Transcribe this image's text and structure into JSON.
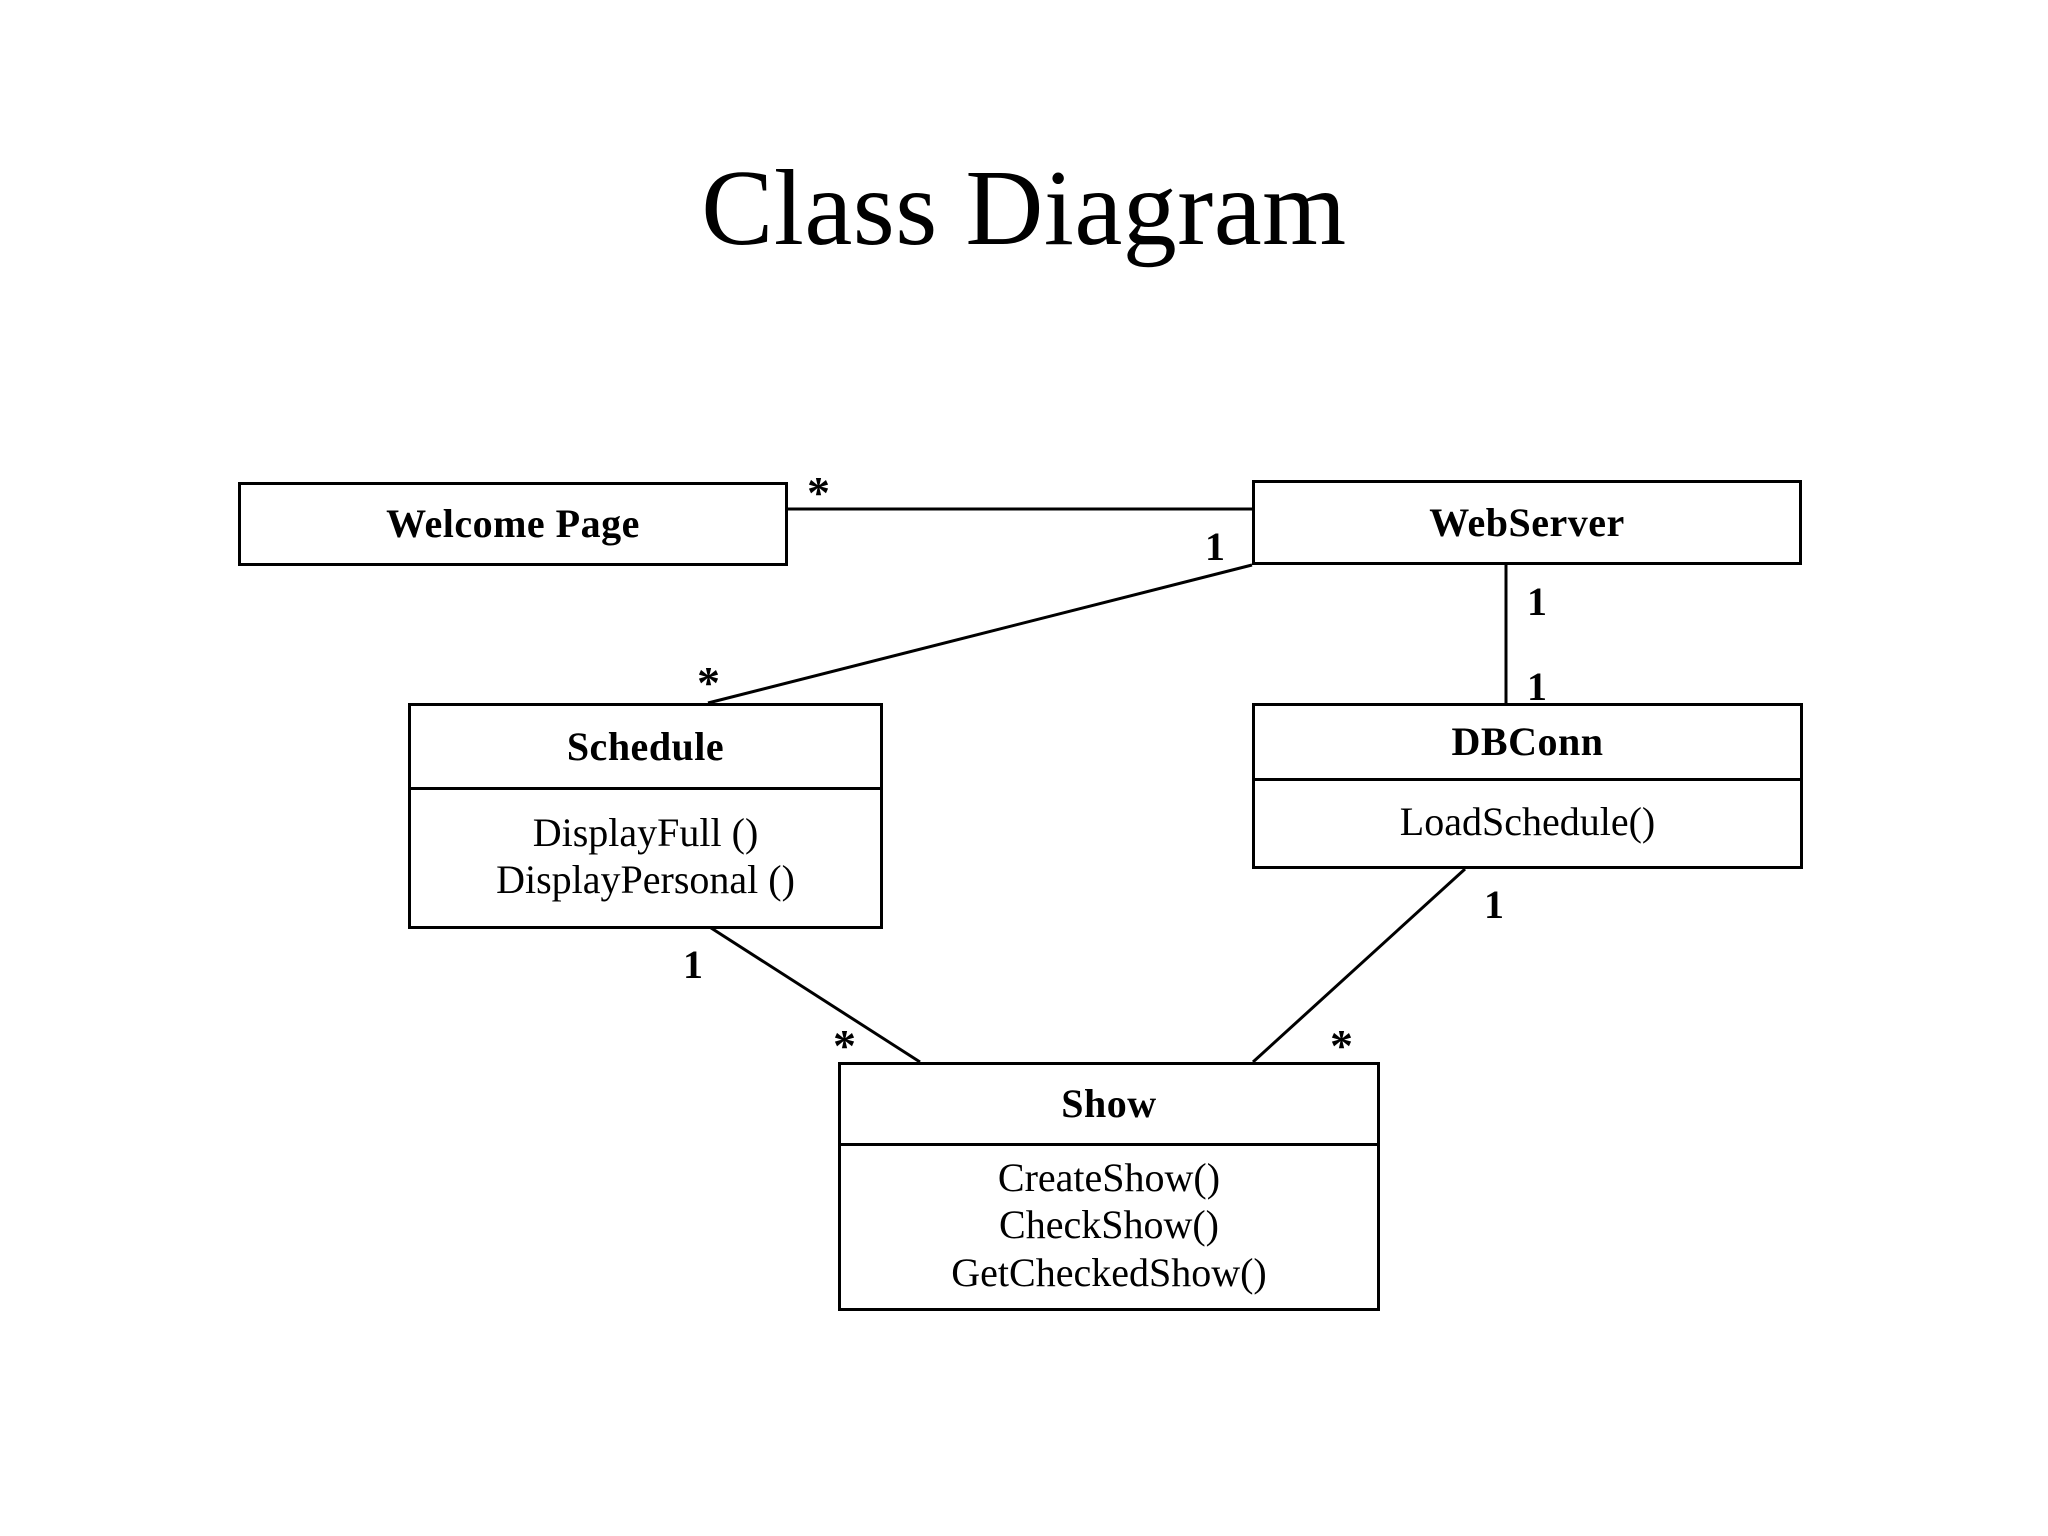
{
  "title": "Class Diagram",
  "diagram": {
    "type": "uml-class-diagram",
    "classes": [
      {
        "id": "welcome",
        "name": "Welcome Page",
        "members": []
      },
      {
        "id": "webserver",
        "name": "WebServer",
        "members": []
      },
      {
        "id": "schedule",
        "name": "Schedule",
        "members": [
          "DisplayFull ()",
          "DisplayPersonal ()"
        ]
      },
      {
        "id": "dbconn",
        "name": "DBConn",
        "members": [
          "LoadSchedule()"
        ]
      },
      {
        "id": "show",
        "name": "Show",
        "members": [
          "CreateShow()",
          "CheckShow()",
          "GetCheckedShow()"
        ]
      }
    ],
    "associations": [
      {
        "from": "welcome",
        "to": "webserver",
        "from_multiplicity": "*",
        "to_multiplicity": "1"
      },
      {
        "from": "schedule",
        "to": "webserver",
        "from_multiplicity": "*",
        "to_multiplicity": "1"
      },
      {
        "from": "webserver",
        "to": "dbconn",
        "from_multiplicity": "1",
        "to_multiplicity": "1"
      },
      {
        "from": "schedule",
        "to": "show",
        "from_multiplicity": "1",
        "to_multiplicity": "*"
      },
      {
        "from": "dbconn",
        "to": "show",
        "from_multiplicity": "1",
        "to_multiplicity": "*"
      }
    ],
    "multiplicity_labels": {
      "welcome_to_webserver_star": "*",
      "webserver_from_welcome_one": "1",
      "webserver_to_dbconn_one": "1",
      "dbconn_from_webserver_one": "1",
      "schedule_to_webserver_star": "*",
      "schedule_to_show_one": "1",
      "show_from_schedule_star": "*",
      "show_from_dbconn_star": "*",
      "dbconn_to_show_one": "1"
    },
    "colors": {
      "background": "#ffffff",
      "stroke": "#000000",
      "text": "#000000"
    }
  }
}
